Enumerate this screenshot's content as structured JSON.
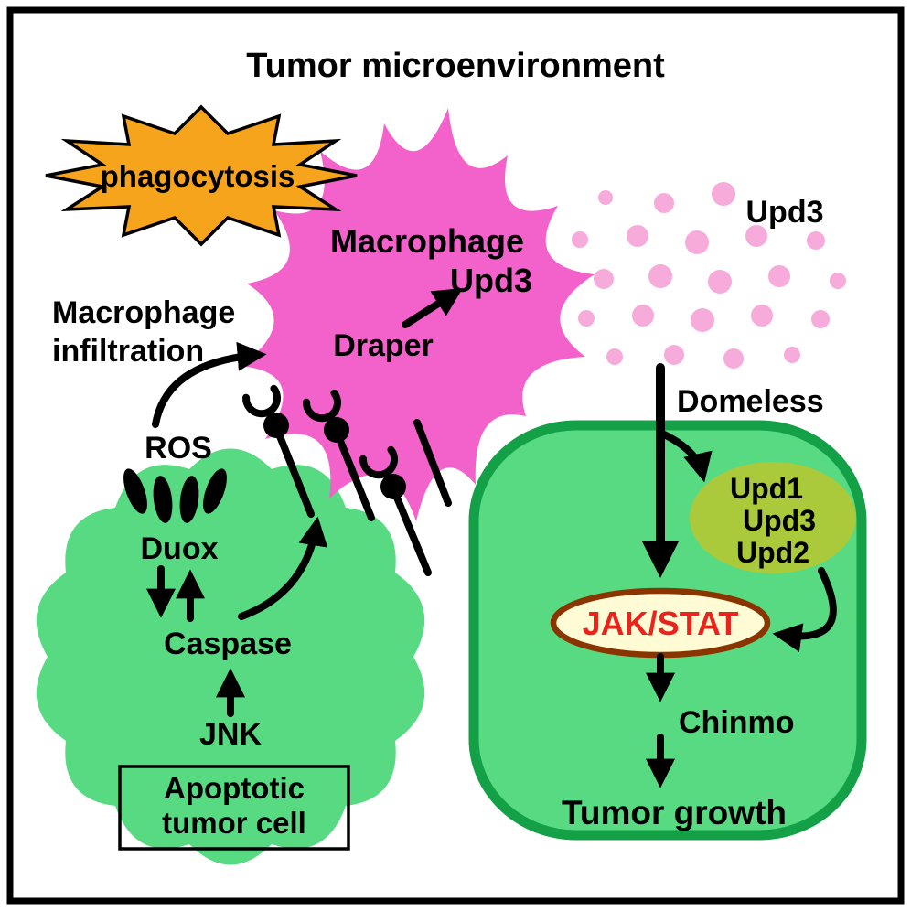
{
  "title": "Tumor microenvironment",
  "colors": {
    "background": "#ffffff",
    "frame": "#000000",
    "ink": "#000000",
    "starburst": "#f6a41c",
    "macrophage": "#f361ca",
    "secreted_dots": "#f7abdb",
    "tumor_cell": "#57da81",
    "signaling_cell_border": "#13a046",
    "upd_oval": "#aaca3c",
    "jakstat_fill": "#fffbd4",
    "jakstat_border": "#8a3500",
    "jakstat_text": "#e8251d"
  },
  "labels": {
    "phagocytosis": "phagocytosis",
    "macrophage": "Macrophage",
    "macrophage_upd3": "Upd3",
    "draper": "Draper",
    "secreted_upd3": "Upd3",
    "infiltration_line1": "Macrophage",
    "infiltration_line2": "infiltration",
    "ros": "ROS",
    "duox": "Duox",
    "caspase": "Caspase",
    "jnk": "JNK",
    "apoptotic_box_line1": "Apoptotic",
    "apoptotic_box_line2": "tumor cell",
    "domeless": "Domeless",
    "upd1": "Upd1",
    "upd3": "Upd3",
    "upd2": "Upd2",
    "jak_stat": "JAK/STAT",
    "chinmo": "Chinmo",
    "tumor_growth": "Tumor growth"
  }
}
